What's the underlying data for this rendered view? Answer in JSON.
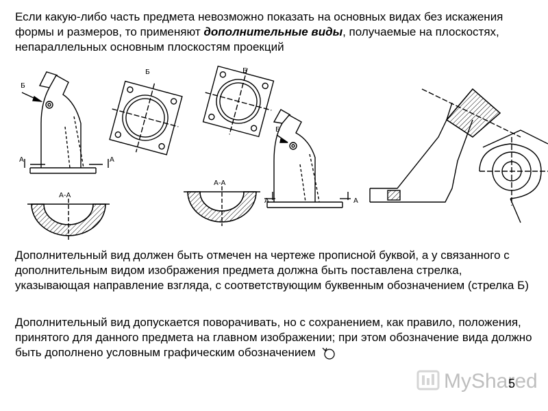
{
  "intro": {
    "before": "Если какую-либо часть предмета невозможно показать на основных видах без искажения формы и размеров, то применяют ",
    "emphasis": "дополнительные виды",
    "after": ", получаемые на плоскостях, непараллельных основным плоскостям проекций"
  },
  "paragraph2": "Дополнительный вид должен быть отмечен на чертеже прописной буквой, а у связанного с дополнительным видом изображения предмета должна быть поставлена стрелка, указывающая направление взгляда, с соответствующим буквенным обозначением (стрелка Б)",
  "paragraph3": "Дополнительный вид допускается поворачивать, но с сохранением, как правило, положения, принятого для данного предмета на главном изображении; при этом обозначение вида должно быть дополнено условным графическим обозначением",
  "labels": {
    "view_b": "Б",
    "section_a": "А",
    "section_aa": "А-А"
  },
  "watermark": "MyShared",
  "page_number": "5"
}
